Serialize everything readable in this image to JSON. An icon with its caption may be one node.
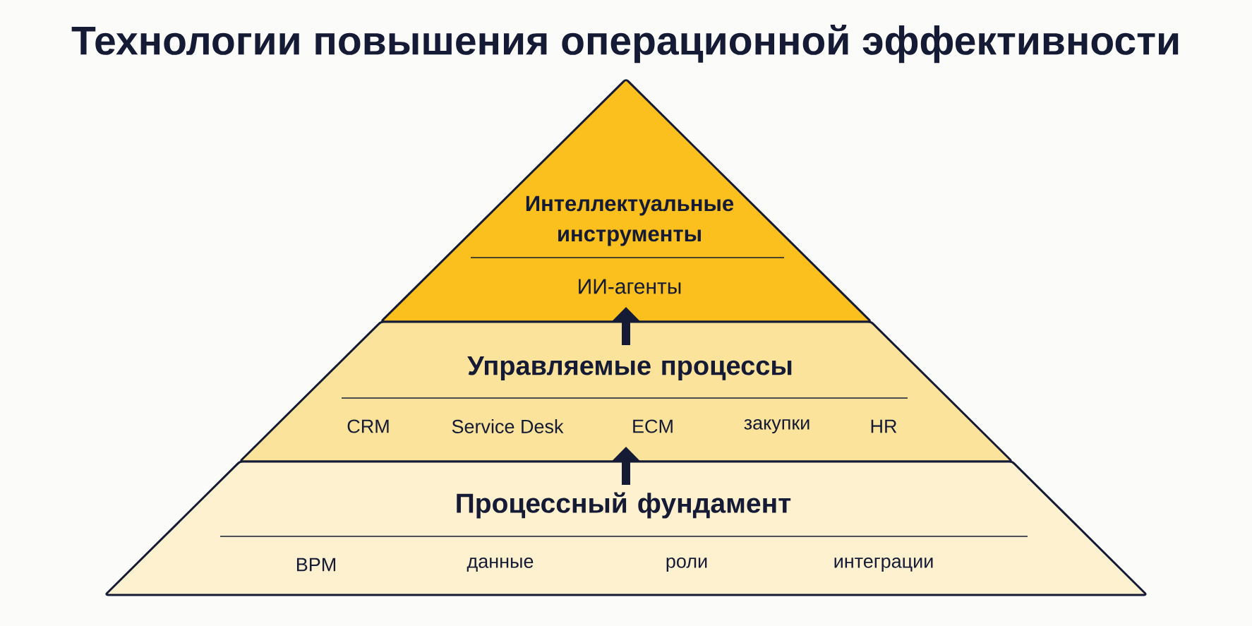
{
  "diagram": {
    "title": "Технологии повышения операционной эффективности",
    "nodes": [
      {
        "text": [
          "Интеллектуальные инструменты",
          "ИИ-агенты"
        ]
      },
      {
        "text": [
          "Управляемые процессы",
          "CRM",
          "Service Desk",
          "ECM",
          "закупки",
          "HR"
        ]
      },
      {
        "text": [
          "Процессный фундамент",
          "BPM",
          "данные",
          "роли",
          "интеграции"
        ]
      }
    ],
    "edges": [
      {
        "from": 1,
        "to": 0,
        "arrow": "to"
      },
      {
        "from": 2,
        "to": 1,
        "arrow": "to"
      }
    ]
  }
}
